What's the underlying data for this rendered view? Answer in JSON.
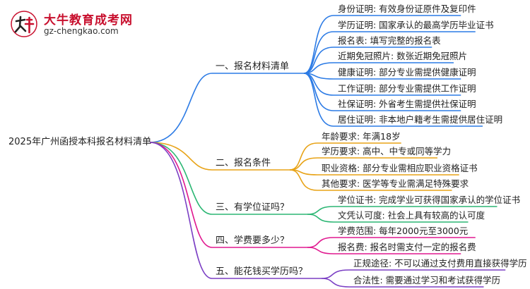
{
  "logo": {
    "title": "大牛教育成考网",
    "url": "gz-chengkao.com"
  },
  "root": "2025年广州函授本科报名材料清单",
  "branches": [
    {
      "label": "一、报名材料清单",
      "color": "#2c7be5",
      "items": [
        "身份证明: 有效身份证原件及复印件",
        "学历证明: 国家承认的最高学历毕业证书",
        "报名表: 填写完整的报名表",
        "近期免冠照片: 数张近期免冠照片",
        "健康证明: 部分专业需提供健康证明",
        "工作证明: 部分专业需提供工作证明",
        "社保证明: 外省考生需提供社保证明",
        "居住证明: 非本地户籍考生需提供居住证明"
      ]
    },
    {
      "label": "二、报名条件",
      "color": "#e8a317",
      "items": [
        "年龄要求: 年满18岁",
        "学历要求: 高中、中专或同等学力",
        "职业资格: 部分专业需相应职业资格证书",
        "其他要求: 医学等专业需满足特殊要求"
      ]
    },
    {
      "label": "三、有学位证吗？",
      "color": "#2bb673",
      "items": [
        "学位证书: 完成学业可获得国家承认的学位证书",
        "文凭认可度: 社会上具有较高的认可度"
      ]
    },
    {
      "label": "四、学费要多少？",
      "color": "#e0188f",
      "items": [
        "学费范围: 每年2000元至3000元",
        "报名费: 报名时需支付一定的报名费"
      ]
    },
    {
      "label": "五、能花钱买学历吗？",
      "color": "#7b3fc4",
      "items": [
        "正规途径: 不可以通过支付费用直接获得学历",
        "合法性: 需要通过学习和考试获得学历"
      ]
    }
  ]
}
